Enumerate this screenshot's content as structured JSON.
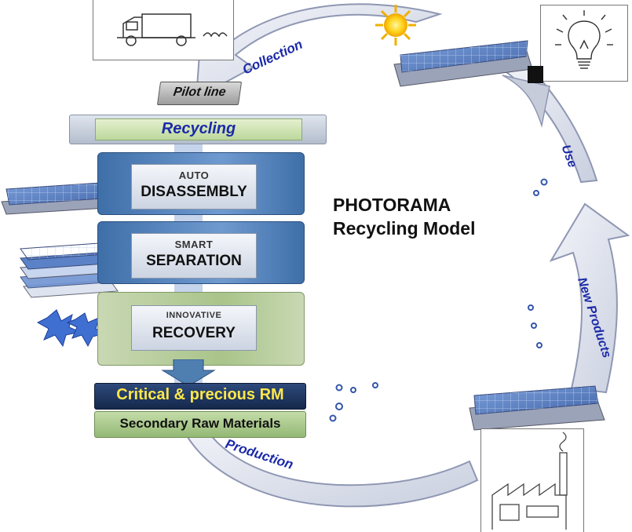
{
  "title_line1": "PHOTORAMA",
  "title_line2": "Recycling Model",
  "cycle_labels": {
    "collection": "Collection",
    "use": "Use",
    "new_products": "New Products",
    "production": "Production"
  },
  "pilot_line": "Pilot line",
  "recycling": "Recycling",
  "steps": [
    {
      "prefix": "AUTO",
      "main": "DISASSEMBLY"
    },
    {
      "prefix": "SMART",
      "main": "SEPARATION"
    },
    {
      "prefix": "INNOVATIVE",
      "main": "RECOVERY"
    }
  ],
  "critical_rm": "Critical & precious RM",
  "secondary_rm": "Secondary Raw Materials",
  "factory_sign": "",
  "colors": {
    "arrow_fill": "#dfe3ee",
    "arrow_stroke": "#8f97b3",
    "label_blue": "#1b2aa8",
    "step_frame": "#4f7fb1",
    "panel_blue": "#5a82c8",
    "critical_bg": "#1e3560",
    "critical_text": "#ffe84a",
    "secondary_bg": "#a8c98a",
    "recycling_bg": "#d6e8b8"
  },
  "icons": [
    "truck-sketch",
    "lightbulb-sketch",
    "factory-sketch",
    "sun-icon",
    "solar-panel",
    "crushed-material"
  ]
}
